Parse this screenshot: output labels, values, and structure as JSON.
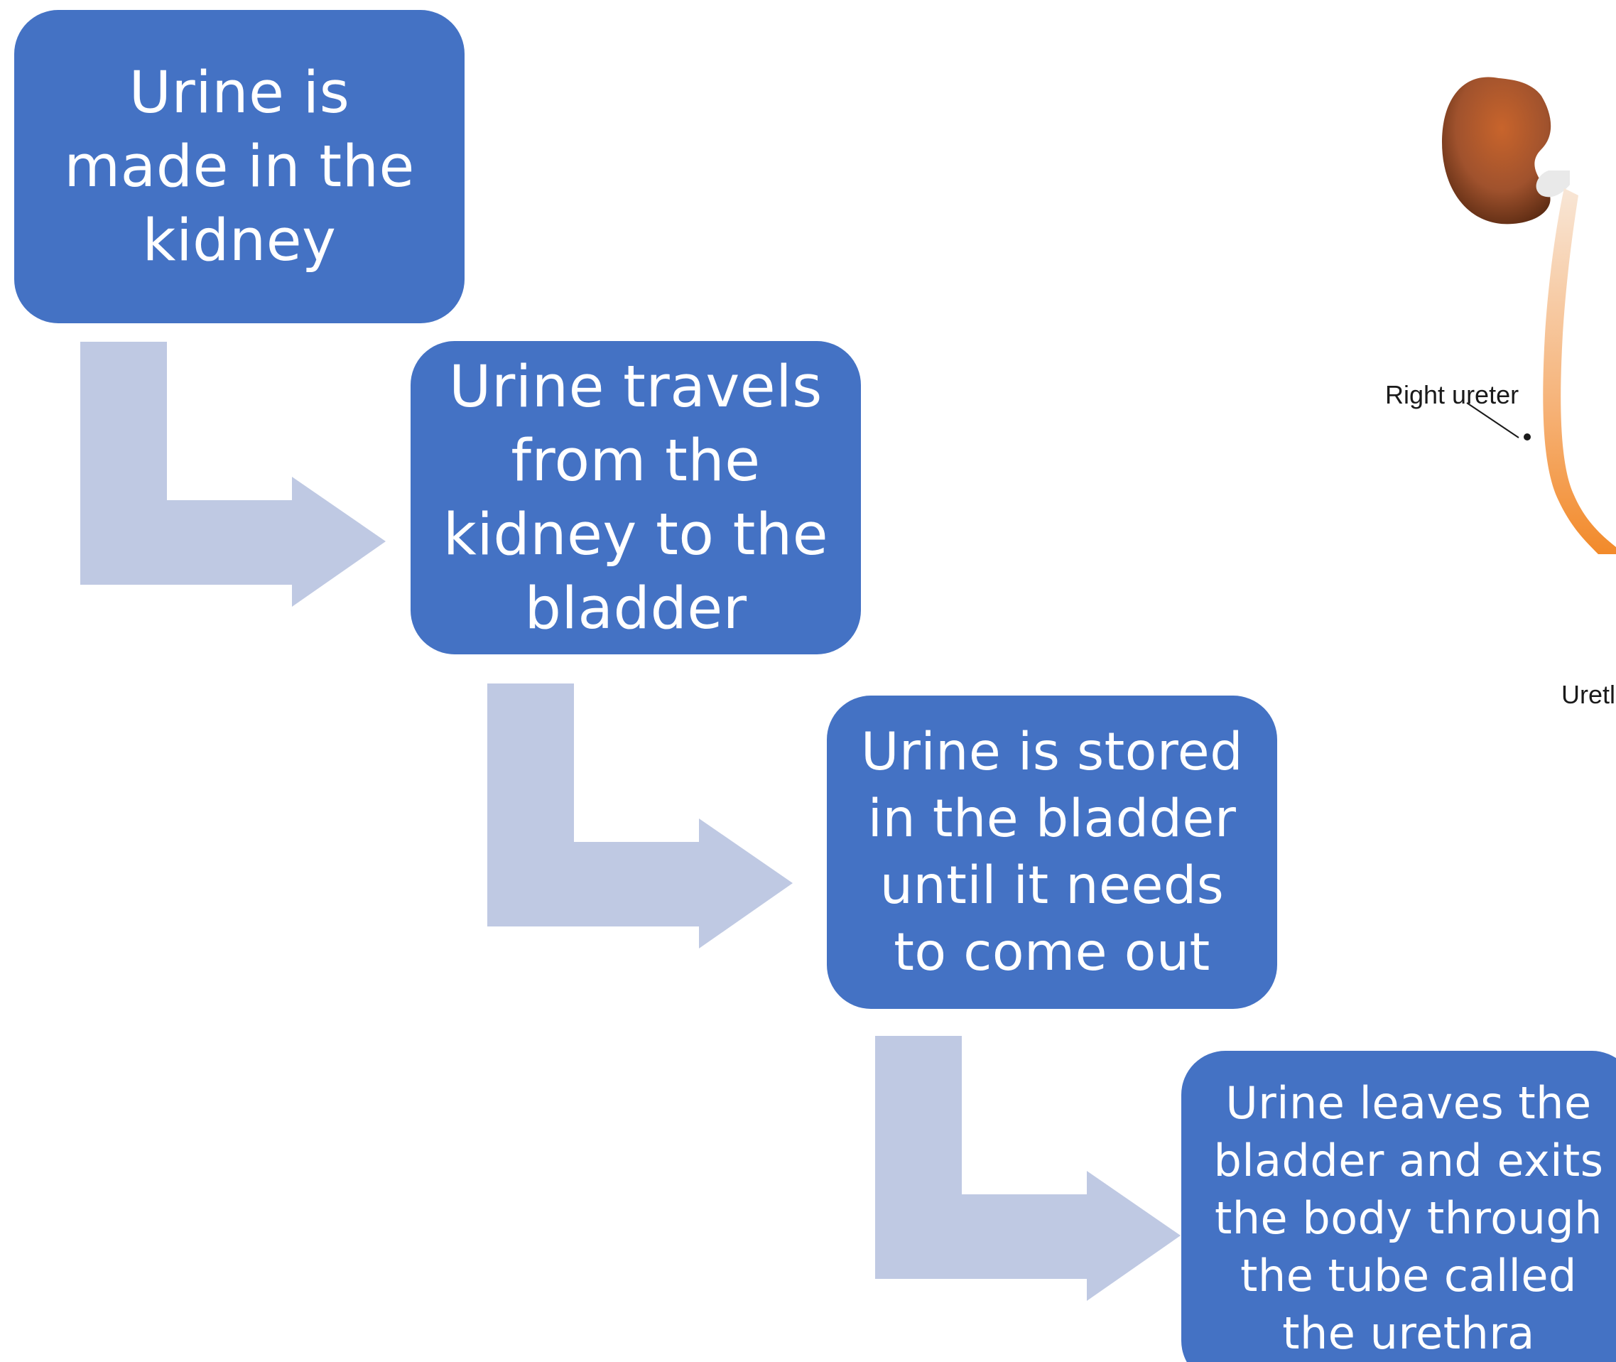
{
  "steps": [
    {
      "text": "Urine is made in the kidney",
      "lines": [
        "Urine is",
        "made in the",
        "kidney"
      ]
    },
    {
      "text": "Urine travels from the kidney to the bladder",
      "lines": [
        "Urine travels",
        "from the",
        "kidney to the",
        "bladder"
      ]
    },
    {
      "text": "Urine is stored in the bladder until it needs to come out",
      "lines": [
        "Urine is stored",
        "in the bladder",
        "until it needs",
        "to come out"
      ]
    },
    {
      "text": "Urine leaves the bladder and exits the body through the tube called the urethra",
      "lines": [
        "Urine leaves the",
        "bladder and exits",
        "the body through",
        "the tube called",
        "the urethra"
      ]
    }
  ],
  "anatomy_labels": {
    "right_ureter": "Right ureter",
    "urethra": "Uretl"
  },
  "colors": {
    "box_fill": "#4472C4",
    "arrow_fill": "#BFC9E3",
    "box_text": "#FFFFFF",
    "kidney_fill": "#A0522D",
    "ureter_fill": "#F4A460"
  },
  "icons": [
    "bent-arrow-icon",
    "kidney-icon"
  ]
}
